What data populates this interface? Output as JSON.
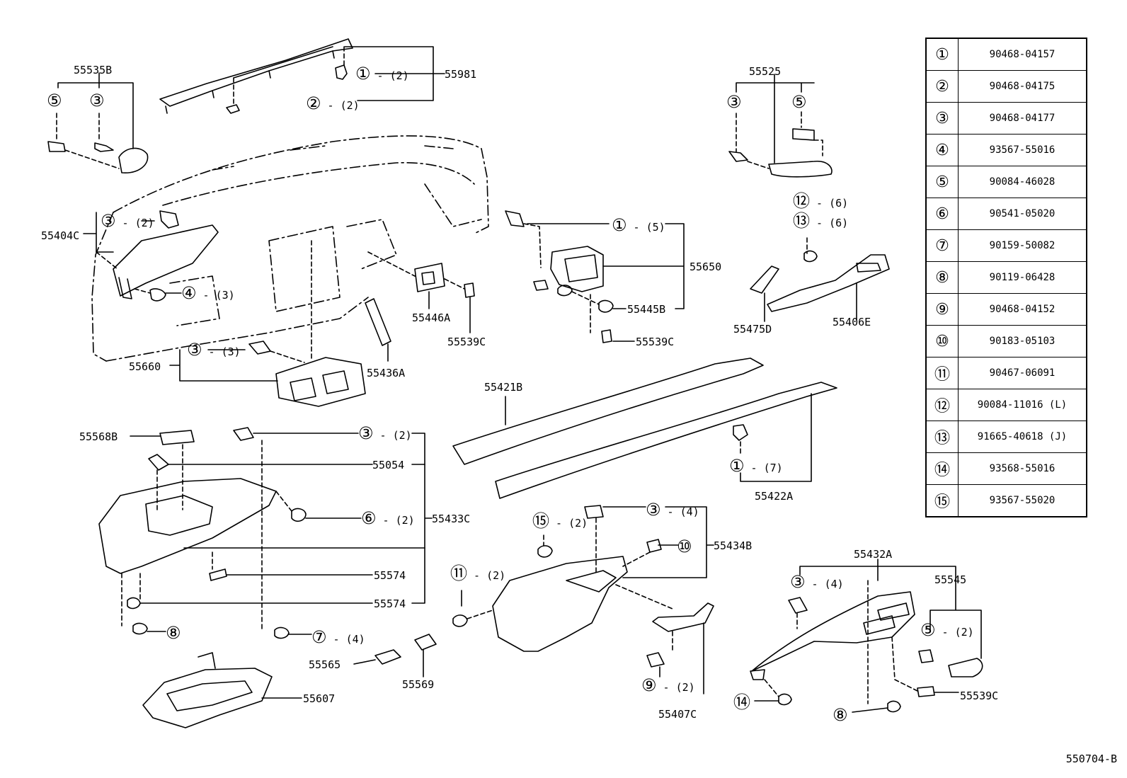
{
  "legend": [
    {
      "key": "①",
      "part": "90468-04157"
    },
    {
      "key": "②",
      "part": "90468-04175"
    },
    {
      "key": "③",
      "part": "90468-04177"
    },
    {
      "key": "④",
      "part": "93567-55016"
    },
    {
      "key": "⑤",
      "part": "90084-46028"
    },
    {
      "key": "⑥",
      "part": "90541-05020"
    },
    {
      "key": "⑦",
      "part": "90159-50082"
    },
    {
      "key": "⑧",
      "part": "90119-06428"
    },
    {
      "key": "⑨",
      "part": "90468-04152"
    },
    {
      "key": "⑩",
      "part": "90183-05103"
    },
    {
      "key": "⑪",
      "part": "90467-06091"
    },
    {
      "key": "⑫",
      "part": "90084-11016 (L)"
    },
    {
      "key": "⑬",
      "part": "91665-40618 (J)"
    },
    {
      "key": "⑭",
      "part": "93568-55016"
    },
    {
      "key": "⑮",
      "part": "93567-55020"
    }
  ],
  "labels": {
    "p55535B": "55535B",
    "p55981": "55981",
    "p55404C": "55404C",
    "p55660": "55660",
    "p55436A": "55436A",
    "p55446A": "55446A",
    "p55539C_a": "55539C",
    "p55650": "55650",
    "p55445B": "55445B",
    "p55539C_b": "55539C",
    "p55525": "55525",
    "p55475D": "55475D",
    "p55406E": "55406E",
    "p55421B": "55421B",
    "p55422A": "55422A",
    "p55568B": "55568B",
    "p55054": "55054",
    "p55433C": "55433C",
    "p55574_a": "55574",
    "p55574_b": "55574",
    "p55565": "55565",
    "p55569": "55569",
    "p55607": "55607",
    "p55434B": "55434B",
    "p55407C": "55407C",
    "p55432A": "55432A",
    "p55545": "55545",
    "p55539C_c": "55539C"
  },
  "callouts": {
    "c1a": {
      "num": "①",
      "qty": "- (2)"
    },
    "c2a": {
      "num": "②",
      "qty": "- (2)"
    },
    "c5a": {
      "num": "⑤",
      "qty": ""
    },
    "c3a": {
      "num": "③",
      "qty": ""
    },
    "c3b": {
      "num": "③",
      "qty": "- (2)"
    },
    "c4a": {
      "num": "④",
      "qty": "- (3)"
    },
    "c3c": {
      "num": "③",
      "qty": "- (3)"
    },
    "c1b": {
      "num": "①",
      "qty": "- (5)"
    },
    "c3d": {
      "num": "③",
      "qty": ""
    },
    "c5b": {
      "num": "⑤",
      "qty": ""
    },
    "c12": {
      "num": "⑫",
      "qty": "- (6)"
    },
    "c13": {
      "num": "⑬",
      "qty": "- (6)"
    },
    "c1c": {
      "num": "①",
      "qty": "- (7)"
    },
    "c3e": {
      "num": "③",
      "qty": "- (2)"
    },
    "c6": {
      "num": "⑥",
      "qty": "- (2)"
    },
    "c8a": {
      "num": "⑧",
      "qty": ""
    },
    "c7": {
      "num": "⑦",
      "qty": "- (4)"
    },
    "c15": {
      "num": "⑮",
      "qty": "- (2)"
    },
    "c11": {
      "num": "⑪",
      "qty": "- (2)"
    },
    "c3f": {
      "num": "③",
      "qty": "- (4)"
    },
    "c10": {
      "num": "⑩",
      "qty": ""
    },
    "c9": {
      "num": "⑨",
      "qty": "- (2)"
    },
    "c3g": {
      "num": "③",
      "qty": "- (4)"
    },
    "c5c": {
      "num": "⑤",
      "qty": "- (2)"
    },
    "c14": {
      "num": "⑭",
      "qty": ""
    },
    "c8b": {
      "num": "⑧",
      "qty": ""
    }
  },
  "diagram_id": "550704-B"
}
